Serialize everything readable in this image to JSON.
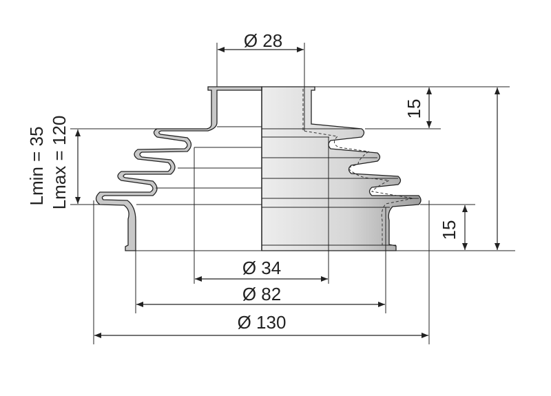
{
  "dimensions": {
    "top_diameter": "Ø 28",
    "inner_diameter": "Ø 34",
    "mid_diameter": "Ø 82",
    "outer_diameter": "Ø 130",
    "lmin": "Lmin =  35",
    "lmax": "Lmax = 120",
    "top_height": "15",
    "bottom_height": "15"
  },
  "colors": {
    "outline": "#222222",
    "boot_fill": "#c8c8c8",
    "section_light": "#e6e6e6",
    "section_dark": "#a8a8a8"
  }
}
